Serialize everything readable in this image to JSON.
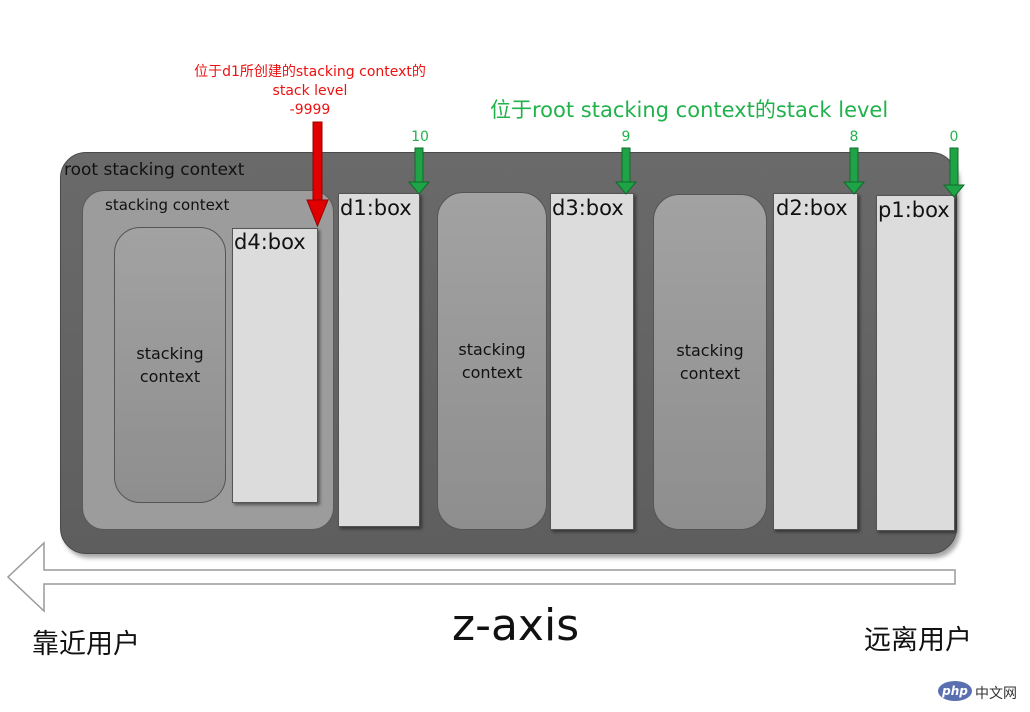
{
  "annotations": {
    "red_line1": "位于d1所创建的stacking context的",
    "red_line2": "stack level",
    "red_line3": "-9999",
    "green_title": "位于root stacking context的stack level",
    "levels": [
      "10",
      "9",
      "8",
      "0"
    ]
  },
  "contexts": {
    "root_label": "root stacking context",
    "inner_label": "stacking context",
    "inner_pill": "stacking\ncontext",
    "pill_d3": "stacking\ncontext",
    "pill_d2": "stacking\ncontext"
  },
  "boxes": {
    "d4": "d4:box",
    "d1": "d1:box",
    "d3": "d3:box",
    "d2": "d2:box",
    "p1": "p1:box"
  },
  "axis": {
    "label": "z-axis",
    "near": "靠近用户",
    "far": "远离用户"
  },
  "watermark": {
    "logo": "php",
    "text": "中文网"
  },
  "colors": {
    "red": "#ee1111",
    "green": "#22b24c",
    "dark_green": "#1a8f3c"
  }
}
